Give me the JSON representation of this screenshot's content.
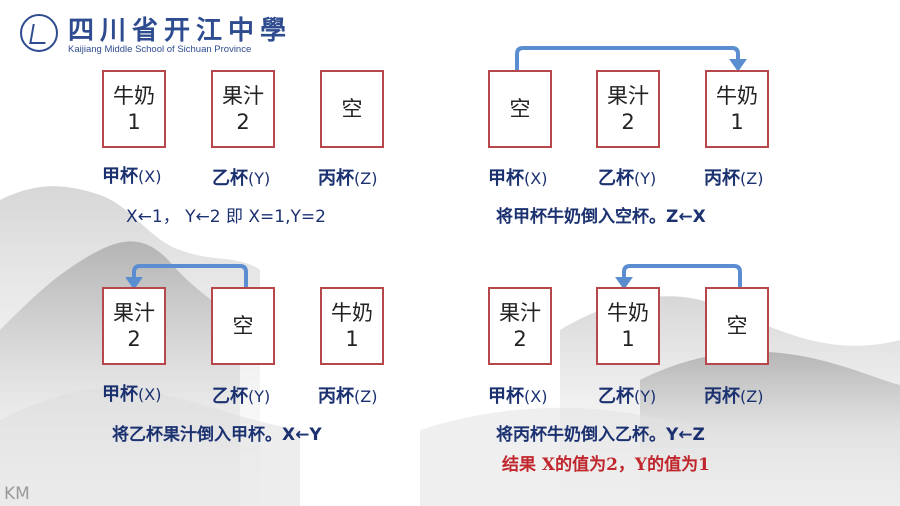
{
  "logo": {
    "cn": "四川省开江中學",
    "en": "Kaijiang Middle School of Sichuan Province"
  },
  "panels": [
    {
      "cups": [
        {
          "name": "牛奶",
          "val": "1"
        },
        {
          "name": "果汁",
          "val": "2"
        },
        {
          "name": "空",
          "val": ""
        }
      ],
      "labels": [
        {
          "cn": "甲杯",
          "var": "(X)"
        },
        {
          "cn": "乙杯",
          "var": "(Y)"
        },
        {
          "cn": "丙杯",
          "var": "(Z)"
        }
      ],
      "caption": "X←1， Y←2   即  X=1,Y=2"
    },
    {
      "cups": [
        {
          "name": "空",
          "val": ""
        },
        {
          "name": "果汁",
          "val": "2"
        },
        {
          "name": "牛奶",
          "val": "1"
        }
      ],
      "labels": [
        {
          "cn": "甲杯",
          "var": "(X)"
        },
        {
          "cn": "乙杯",
          "var": "(Y)"
        },
        {
          "cn": "丙杯",
          "var": "(Z)"
        }
      ],
      "caption": "将甲杯牛奶倒入空杯。Z←X"
    },
    {
      "cups": [
        {
          "name": "果汁",
          "val": "2"
        },
        {
          "name": "空",
          "val": ""
        },
        {
          "name": "牛奶",
          "val": "1"
        }
      ],
      "labels": [
        {
          "cn": "甲杯",
          "var": "(X)"
        },
        {
          "cn": "乙杯",
          "var": "(Y)"
        },
        {
          "cn": "丙杯",
          "var": "(Z)"
        }
      ],
      "caption": "将乙杯果汁倒入甲杯。X←Y"
    },
    {
      "cups": [
        {
          "name": "果汁",
          "val": "2"
        },
        {
          "name": "牛奶",
          "val": "1"
        },
        {
          "name": "空",
          "val": ""
        }
      ],
      "labels": [
        {
          "cn": "甲杯",
          "var": "(X)"
        },
        {
          "cn": "乙杯",
          "var": "(Y)"
        },
        {
          "cn": "丙杯",
          "var": "(Z)"
        }
      ],
      "caption": "将丙杯牛奶倒入乙杯。Y←Z"
    }
  ],
  "result": "结果 X的值为2，Y的值为1",
  "watermark": "KM",
  "colors": {
    "cup_border": "#b7474a",
    "label_text": "#1b3170",
    "arrow": "#5b8ed0",
    "result_text": "#c0272d"
  }
}
